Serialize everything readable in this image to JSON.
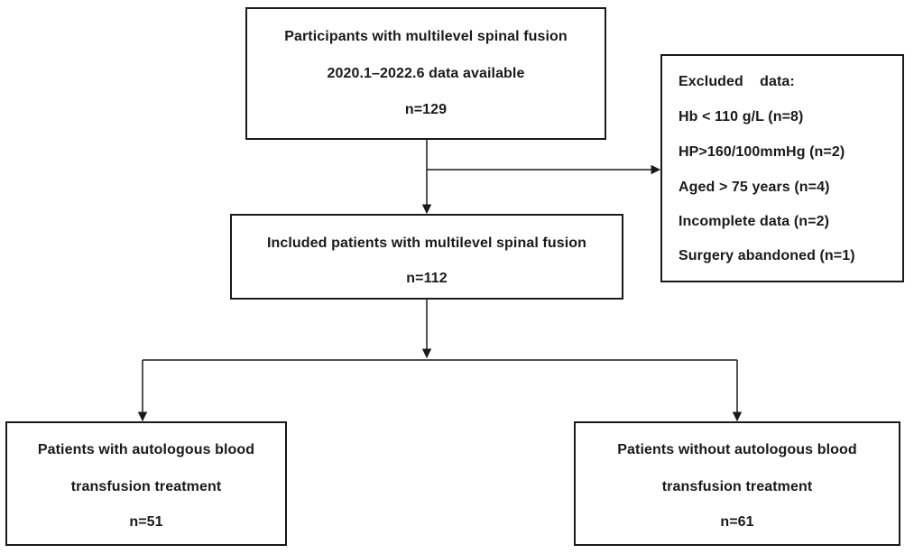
{
  "boxes": {
    "participants": {
      "line1": "Participants with multilevel spinal fusion",
      "line2": "2020.1–2022.6 data available",
      "line3": "n=129"
    },
    "excluded": {
      "title": "Excluded    data:",
      "items": [
        "Hb < 110 g/L (n=8)",
        "HP>160/100mmHg (n=2)",
        "Aged > 75 years (n=4)",
        "Incomplete data (n=2)",
        "Surgery abandoned (n=1)"
      ]
    },
    "included": {
      "line1": "Included patients with multilevel spinal fusion",
      "line2": "n=112"
    },
    "with_transfusion": {
      "line1": "Patients with autologous blood",
      "line2": "transfusion treatment",
      "line3": "n=51"
    },
    "without_transfusion": {
      "line1": "Patients without autologous blood",
      "line2": "transfusion treatment",
      "line3": "n=61"
    }
  },
  "colors": {
    "stroke": "#1a1a1a",
    "background": "#ffffff"
  }
}
